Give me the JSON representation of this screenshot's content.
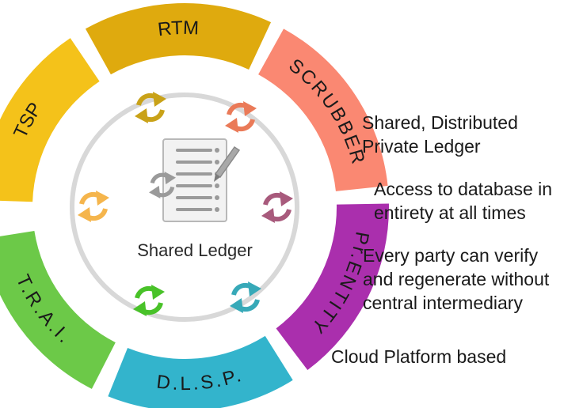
{
  "center": {
    "label": "Shared Ledger"
  },
  "segments": [
    {
      "id": "tsp",
      "label": "TSP",
      "color": "#f4c21a",
      "icon_color": "#f5b54c",
      "icon_name": "sync-arrows-icon"
    },
    {
      "id": "rtm",
      "label": "RTM",
      "color": "#dfaa0e",
      "icon_color": "#c9a218",
      "icon_name": "sync-arrows-icon"
    },
    {
      "id": "scrubber",
      "label": "SCRUBBER",
      "color": "#fa8872",
      "icon_color": "#ea7a58",
      "icon_name": "sync-arrows-icon"
    },
    {
      "id": "prentity",
      "label": "Pr.ENTITY",
      "color": "#aa2fad",
      "icon_color": "#a85a7c",
      "icon_name": "sync-arrows-icon"
    },
    {
      "id": "dlsp",
      "label": "D.L.S.P.",
      "color": "#33b4cc",
      "icon_color": "#37a9b8",
      "icon_name": "sync-arrows-icon"
    },
    {
      "id": "trai",
      "label": "T.R.A.I.",
      "color": "#6cc948",
      "icon_color": "#49c229",
      "icon_name": "sync-arrows-icon"
    }
  ],
  "ledger_icon": {
    "icon_name": "ledger-document-icon",
    "sync_color": "#9a9a9a"
  },
  "colors": {
    "inner_ring": "#d8d8d8",
    "text": "#1a1a1a",
    "background": "#ffffff"
  },
  "notes": [
    "Shared, Distributed\nPrivate Ledger",
    "Access to database in\nentirety at all times",
    "Every party can verify\nand regenerate without\ncentral intermediary",
    "Cloud Platform based"
  ]
}
